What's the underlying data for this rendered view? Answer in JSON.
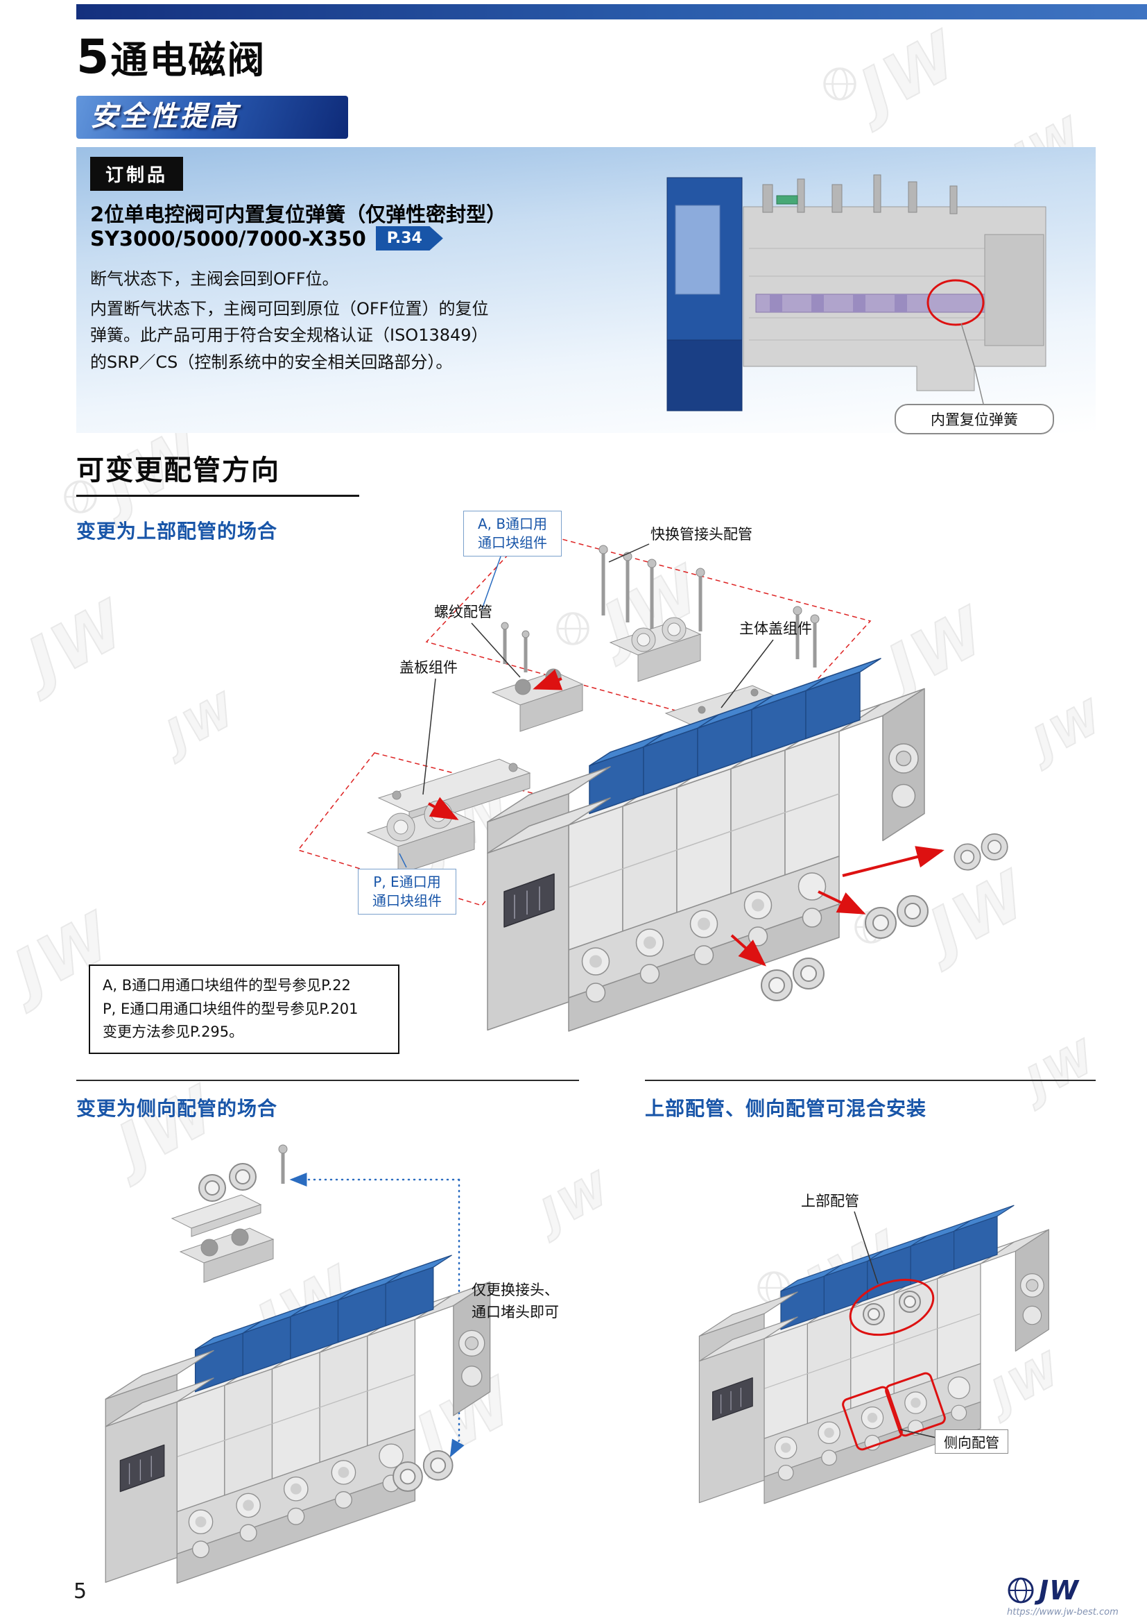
{
  "header": {
    "title_number": "5",
    "title_text": "通电磁阀",
    "banner": "安全性提高"
  },
  "custom_product": {
    "badge": "订制品",
    "heading": "2位单电控阀可内置复位弹簧（仅弹性密封型）",
    "model": "SY3000/5000/7000-X350",
    "page_ref": "P.34",
    "lead": "断气状态下，主阀会回到OFF位。",
    "body": "内置断气状态下，主阀可回到原位（OFF位置）的复位弹簧。此产品可用于符合安全规格认证（ISO13849）的SRP／CS（控制系统中的安全相关回路部分）。",
    "callout": "内置复位弹簧"
  },
  "piping": {
    "section_title": "可变更配管方向",
    "top": {
      "title": "变更为上部配管的场合",
      "label_ab_1": "A, B通口用",
      "label_ab_2": "通口块组件",
      "label_quick": "快换管接头配管",
      "label_thread": "螺纹配管",
      "label_body_cover": "主体盖组件",
      "label_plate": "盖板组件",
      "label_pe_1": "P, E通口用",
      "label_pe_2": "通口块组件",
      "notes": [
        "A, B通口用通口块组件的型号参见P.22",
        "P, E通口用通口块组件的型号参见P.201",
        "变更方法参见P.295。"
      ]
    },
    "side": {
      "title": "变更为侧向配管的场合",
      "note_1": "仅更换接头、",
      "note_2": "通口堵头即可"
    },
    "mixed": {
      "title": "上部配管、侧向配管可混合安装",
      "label_top": "上部配管",
      "label_side": "侧向配管"
    }
  },
  "footer": {
    "page_number": "5",
    "brand": "JW",
    "url": "https://www.jw-best.com"
  },
  "watermark": {
    "text": "JW"
  },
  "colors": {
    "accent_blue": "#1855a8",
    "banner_dark": "#0e2a78",
    "highlight_red": "#dd1111"
  }
}
